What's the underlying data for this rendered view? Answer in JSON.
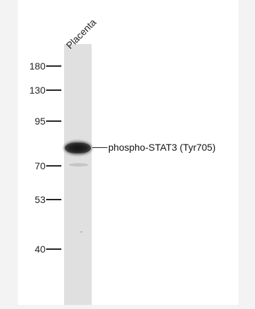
{
  "lane_label": "Placenta",
  "markers": [
    {
      "label": "180"
    },
    {
      "label": "130"
    },
    {
      "label": "95"
    },
    {
      "label": "70"
    },
    {
      "label": "53"
    },
    {
      "label": "40"
    }
  ],
  "band_label": "phospho-STAT3 (Tyr705)"
}
